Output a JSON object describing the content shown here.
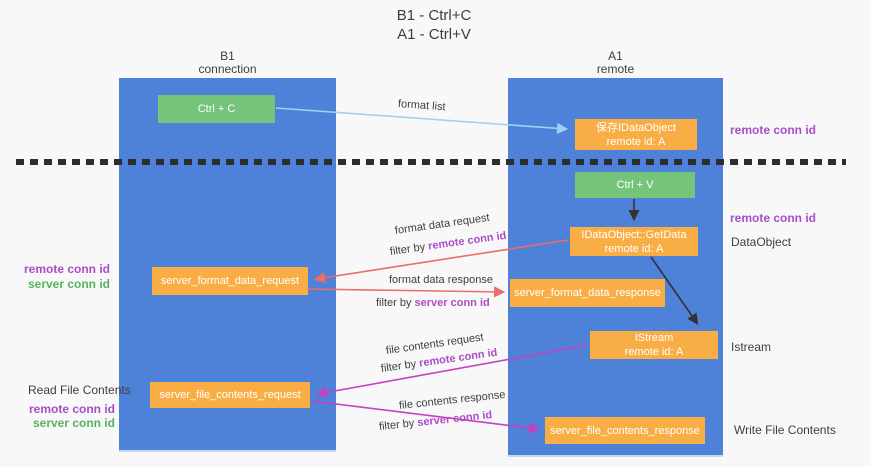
{
  "title": {
    "line1": "B1 - Ctrl+C",
    "line2": "A1 - Ctrl+V"
  },
  "columns": {
    "left": {
      "name": "B1",
      "subtitle": "connection"
    },
    "right": {
      "name": "A1",
      "subtitle": "remote"
    }
  },
  "boxes": {
    "ctrl_c": "Ctrl + C",
    "ctrl_v": "Ctrl + V",
    "save_idataobject": {
      "line1": "保存IDataObject",
      "line2": "remote id: A"
    },
    "getdata": {
      "line1": "IDataObject::GetData",
      "line2": "remote id: A"
    },
    "istream": {
      "line1": "IStream",
      "line2": "remote id: A"
    },
    "format_request": "server_format_data_request",
    "format_response": "server_format_data_response",
    "file_request": "server_file_contents_request",
    "file_response": "server_file_contents_response"
  },
  "arrow_labels": {
    "format_list": "format list",
    "format_data_request": "format data request",
    "format_data_response": "format data response",
    "file_contents_request": "file contents request",
    "file_contents_response": "file contents response",
    "filter_by": "filter by",
    "remote_conn_id": "remote conn id",
    "server_conn_id": "server conn id"
  },
  "side_labels": {
    "left": {
      "remote_conn_id": "remote conn id",
      "server_conn_id": "server conn id",
      "read_file_contents": "Read File Contents"
    },
    "right": {
      "remote_conn_id": "remote conn id",
      "dataobject": "DataObject",
      "istream": "Istream",
      "write_file_contents": "Write File Contents"
    }
  },
  "colors": {
    "lane_blue": "#4d82d8",
    "box_green": "#74c47b",
    "box_orange": "#f9ae45",
    "purple_text": "#ab4dc7",
    "green_text": "#57b25e",
    "red_arrow": "#ec6d68",
    "magenta_arrow": "#c840c0",
    "light_blue_arrow": "#a5cfee",
    "black_arrow": "#333333",
    "dash_line": "#2d2d2d",
    "background": "#f8f8f8"
  }
}
